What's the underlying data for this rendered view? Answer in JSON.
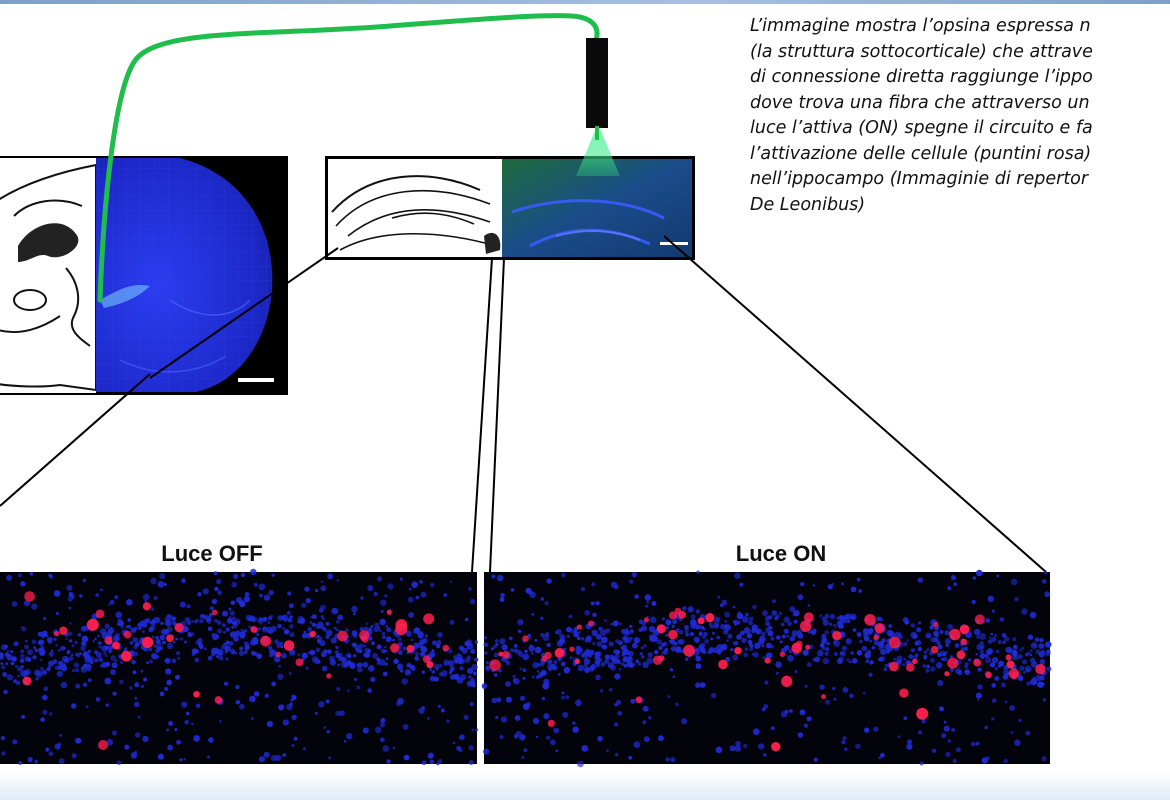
{
  "caption_lines": [
    "L’immagine mostra l’opsina espressa n",
    "(la struttura sottocorticale) che attrave",
    "di connessione diretta raggiunge l’ippo",
    "dove trova una fibra che attraverso un",
    "luce l’attiva (ON) spegne il circuito e fa",
    "l’attivazione delle cellule (puntini rosa)",
    "nell’ippocampo (Immaginie di repertor",
    "De Leonibus)"
  ],
  "panels": {
    "off_label": "Luce OFF",
    "on_label": "Luce ON"
  },
  "colors": {
    "fiber": "#1fbd4b",
    "dapi_blue": "#1f2bd6",
    "cell_red": "#ff1f4f",
    "background_dark": "#03030c",
    "frame_border": "#7d9fc9"
  }
}
